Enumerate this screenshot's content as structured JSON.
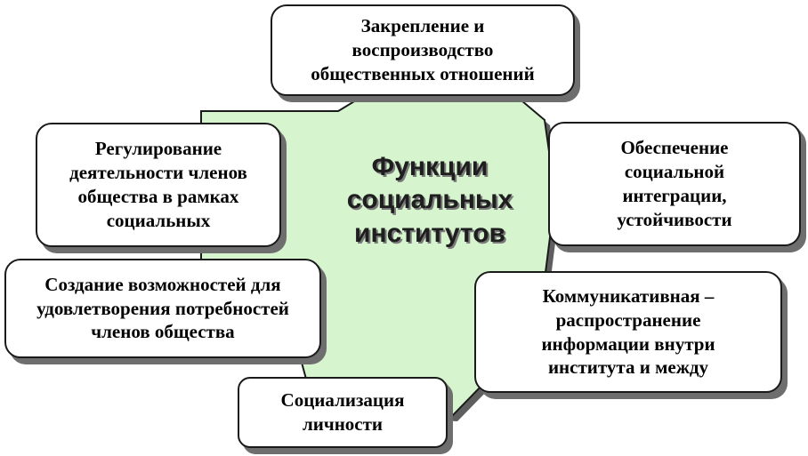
{
  "center": {
    "line1": "Функции",
    "line2": "социальных",
    "line3": "институтов"
  },
  "boxes": {
    "top": {
      "line1": "Закрепление и",
      "line2": "воспроизводство",
      "line3": "общественных отношений"
    },
    "upper_left": {
      "line1": "Регулирование",
      "line2": "деятельности членов",
      "line3": "общества в рамках",
      "line4": "социальных"
    },
    "upper_right": {
      "line1": "Обеспечение",
      "line2": "социальной",
      "line3": "интеграции,",
      "line4": "устойчивости"
    },
    "middle_left": {
      "line1": "Создание возможностей для",
      "line2": "удовлетворения потребностей",
      "line3": "членов общества"
    },
    "lower_right": {
      "line1": "Коммуникативная –",
      "line2": "распространение",
      "line3": "информации внутри",
      "line4": "института и между"
    },
    "bottom": {
      "line1": "Социализация",
      "line2": "личности"
    }
  },
  "colors": {
    "center_fill": "#d6f5cf",
    "box_border": "#1a1a1a",
    "shadow": "#6e6e6e"
  }
}
